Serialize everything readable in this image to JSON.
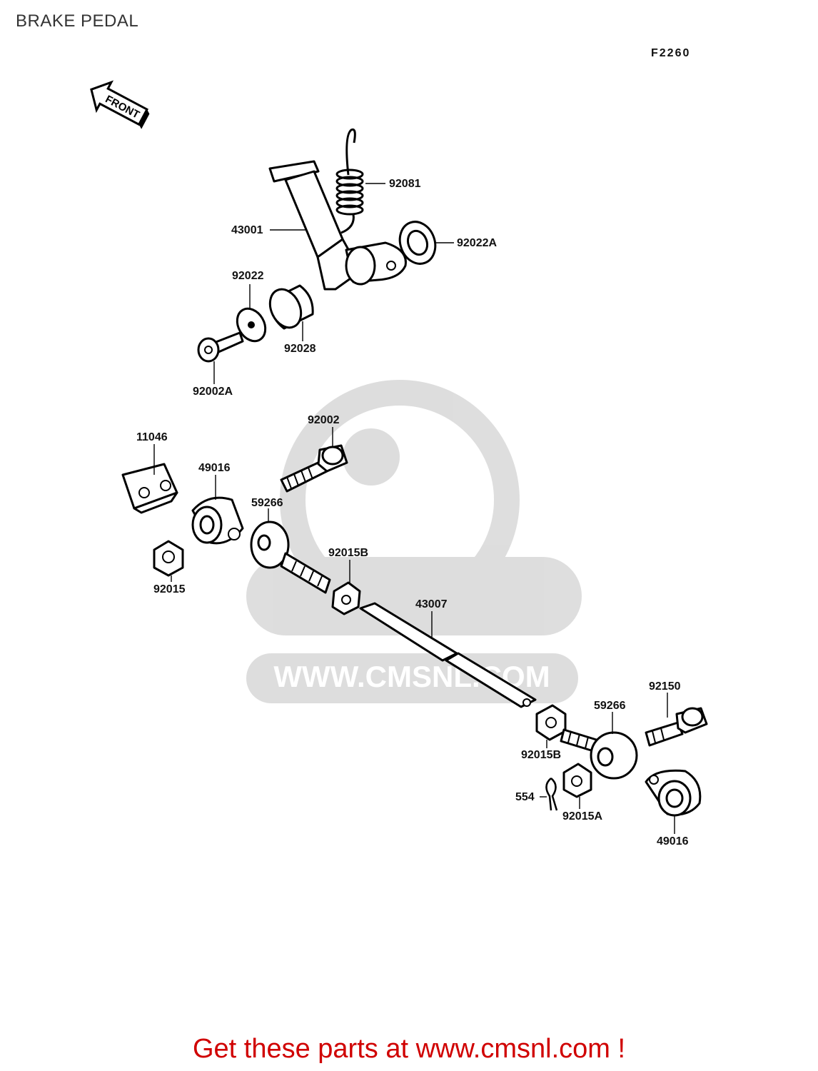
{
  "page_title": "BRAKE PEDAL",
  "figure_code": "F2260",
  "front_label": "FRONT",
  "watermark": {
    "brand": "CMS",
    "url": "WWW.CMSNL.COM"
  },
  "parts": [
    {
      "id": "p_92081",
      "number": "92081"
    },
    {
      "id": "p_43001",
      "number": "43001"
    },
    {
      "id": "p_92022A",
      "number": "92022A"
    },
    {
      "id": "p_92022",
      "number": "92022"
    },
    {
      "id": "p_92028",
      "number": "92028"
    },
    {
      "id": "p_92002A",
      "number": "92002A"
    },
    {
      "id": "p_92002",
      "number": "92002"
    },
    {
      "id": "p_11046",
      "number": "11046"
    },
    {
      "id": "p_49016_a",
      "number": "49016"
    },
    {
      "id": "p_59266_a",
      "number": "59266"
    },
    {
      "id": "p_92015B_a",
      "number": "92015B"
    },
    {
      "id": "p_92015",
      "number": "92015"
    },
    {
      "id": "p_43007",
      "number": "43007"
    },
    {
      "id": "p_92150",
      "number": "92150"
    },
    {
      "id": "p_59266_b",
      "number": "59266"
    },
    {
      "id": "p_92015B_b",
      "number": "92015B"
    },
    {
      "id": "p_554",
      "number": "554"
    },
    {
      "id": "p_92015A",
      "number": "92015A"
    },
    {
      "id": "p_49016_b",
      "number": "49016"
    }
  ],
  "footer": {
    "text": "Get these parts at www.cmsnl.com !",
    "color": "#d00000"
  }
}
